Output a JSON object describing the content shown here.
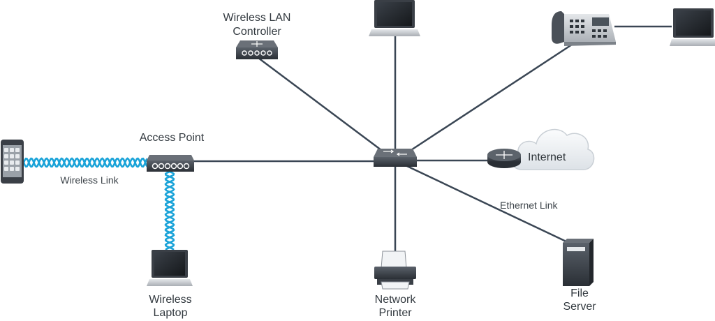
{
  "labels": {
    "wlc_line1": "Wireless LAN",
    "wlc_line2": "Controller",
    "access_point": "Access Point",
    "wireless_link": "Wireless Link",
    "internet": "Internet",
    "ethernet_link": "Ethernet Link",
    "laptop_line1": "Wireless",
    "laptop_line2": "Laptop",
    "printer_line1": "Network",
    "printer_line2": "Printer",
    "server_line1": "File",
    "server_line2": "Server"
  },
  "colors": {
    "ethernet_line": "#3a4654",
    "wireless_link": "#1aa3d8",
    "device_dark": "#2c3138",
    "device_mid": "#4a5058",
    "device_light": "#b9bec4",
    "screen": "#1e2226",
    "cloud": "#eef1f4"
  },
  "icons": {
    "switch": "network-switch-icon",
    "access_point": "access-point-icon",
    "wlc": "wireless-lan-controller-icon",
    "router": "router-icon",
    "cloud": "cloud-icon",
    "phone": "ip-phone-icon",
    "smartphone": "smartphone-icon",
    "laptop": "laptop-icon",
    "printer": "printer-icon",
    "server": "file-server-icon"
  }
}
